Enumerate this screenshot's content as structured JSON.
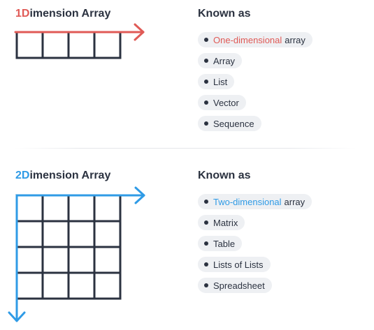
{
  "colors": {
    "one_d_accent": "#e05a56",
    "two_d_accent": "#2f9be6",
    "grid_stroke": "#2b3240",
    "pill_bg": "#eef0f3",
    "text": "#2b3240"
  },
  "one_d": {
    "title_prefix": "1D",
    "title_rest": "imension Array",
    "known_as_title": "Known as",
    "grid": {
      "rows": 1,
      "cols": 4
    },
    "arrow_directions": [
      "right"
    ],
    "known_as": [
      {
        "highlight": "One-dimensional",
        "rest": "array"
      },
      {
        "highlight": "",
        "rest": "Array"
      },
      {
        "highlight": "",
        "rest": "List"
      },
      {
        "highlight": "",
        "rest": "Vector"
      },
      {
        "highlight": "",
        "rest": "Sequence"
      }
    ]
  },
  "two_d": {
    "title_prefix": "2D",
    "title_rest": "imension Array",
    "known_as_title": "Known as",
    "grid": {
      "rows": 4,
      "cols": 4
    },
    "arrow_directions": [
      "right",
      "down"
    ],
    "known_as": [
      {
        "highlight": "Two-dimensional",
        "rest": "array"
      },
      {
        "highlight": "",
        "rest": "Matrix"
      },
      {
        "highlight": "",
        "rest": "Table"
      },
      {
        "highlight": "",
        "rest": "Lists of Lists"
      },
      {
        "highlight": "",
        "rest": "Spreadsheet"
      }
    ]
  }
}
